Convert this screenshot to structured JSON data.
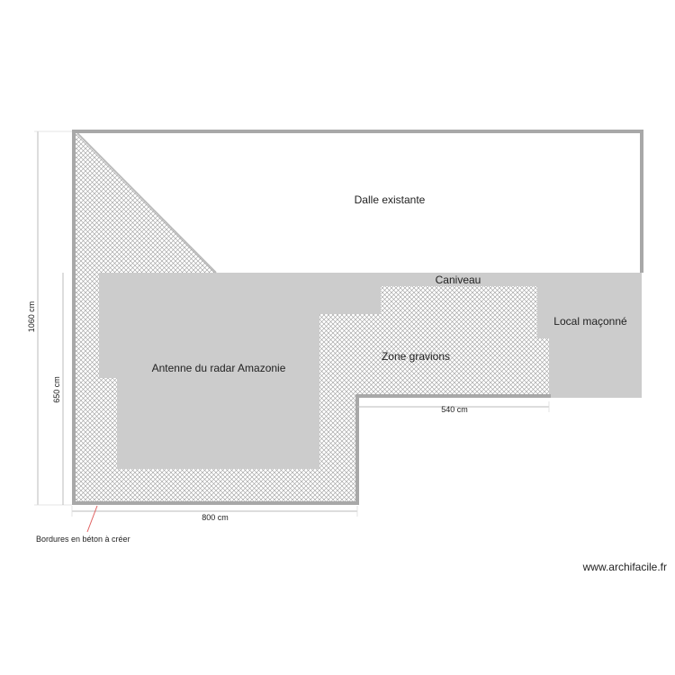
{
  "rooms": {
    "dalle": "Dalle existante",
    "caniveau": "Caniveau",
    "local": "Local maçonné",
    "gravions": "Zone gravions",
    "antenne": "Antenne du radar Amazonie"
  },
  "dimensions": {
    "total_height": "1060 cm",
    "left_height": "650 cm",
    "bottom_width": "800 cm",
    "step_width": "540 cm"
  },
  "annotations": {
    "bordures": "Bordures en béton à créer"
  },
  "credit": "www.archifacile.fr",
  "colors": {
    "wall": "#a8a8a8",
    "slab": "#cccccc",
    "hatch": "#9a9a9a",
    "dimension_line": "#bbbbbb",
    "leader": "#e06060",
    "text": "#222222"
  }
}
